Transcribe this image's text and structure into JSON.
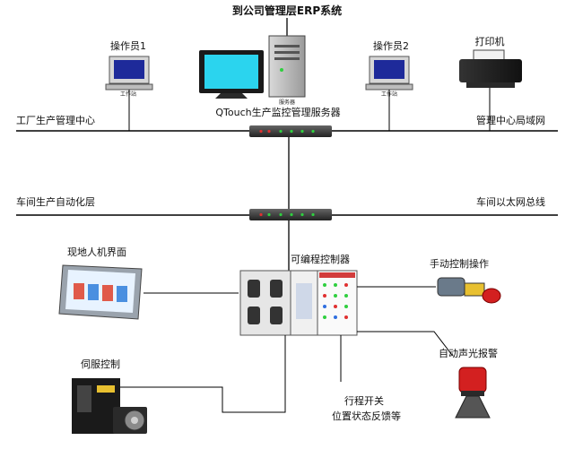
{
  "title": "到公司管理层ERP系统",
  "nodes": {
    "operator1": {
      "label": "操作员1",
      "sublabel": "工作站"
    },
    "operator2": {
      "label": "操作员2",
      "sublabel": "工作站"
    },
    "printer": {
      "label": "打印机"
    },
    "server": {
      "label": "QTouch生产监控管理服务器",
      "sublabel": "服务器"
    },
    "hmi": {
      "label": "现地人机界面"
    },
    "plc": {
      "label": "可编程控制器"
    },
    "manual": {
      "label": "手动控制操作"
    },
    "servo": {
      "label": "伺服控制"
    },
    "alarm": {
      "label": "自动声光报警"
    },
    "limit": {
      "label_line1": "行程开关",
      "label_line2": "位置状态反馈等"
    }
  },
  "layers": {
    "top_left": "工厂生产管理中心",
    "top_right": "管理中心局域网",
    "bottom_left": "车间生产自动化层",
    "bottom_right": "车间以太网总线"
  },
  "colors": {
    "screen": "#2bd4ee",
    "hmi_frame": "#e8f3ff",
    "alarm": "#d32020",
    "led": "#2fcf3f"
  }
}
